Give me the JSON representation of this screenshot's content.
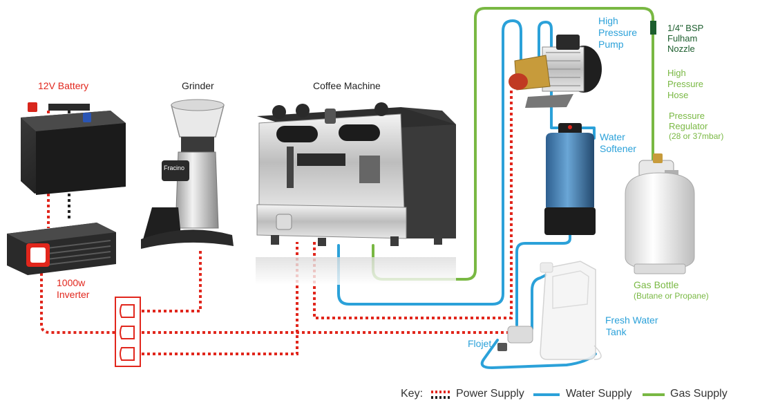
{
  "labels": {
    "battery": "12V Battery",
    "grinder": "Grinder",
    "coffee_machine": "Coffee Machine",
    "inverter_line1": "1000w",
    "inverter_line2": "Inverter",
    "pump_line1": "High",
    "pump_line2": "Pressure",
    "pump_line3": "Pump",
    "softener_line1": "Water",
    "softener_line2": "Softener",
    "nozzle_line1": "1/4\" BSP",
    "nozzle_line2": "Fulham",
    "nozzle_line3": "Nozzle",
    "hose_line1": "High",
    "hose_line2": "Pressure",
    "hose_line3": "Hose",
    "regulator_line1": "Pressure",
    "regulator_line2": "Regulator",
    "regulator_line3": "(28 or 37mbar)",
    "gas_bottle_line1": "Gas Bottle",
    "gas_bottle_line2": "(Butane or Propane)",
    "fresh_water_line1": "Fresh Water",
    "fresh_water_line2": "Tank",
    "flojet": "Flojet"
  },
  "key": {
    "title": "Key:",
    "power": "Power Supply",
    "water": "Water Supply",
    "gas": "Gas Supply"
  },
  "colors": {
    "power": "#e1261c",
    "water": "#2ba1d9",
    "gas": "#79b843",
    "nozzle": "#1d5e2e"
  },
  "branding": {
    "grinder_logo": "Fracino"
  }
}
